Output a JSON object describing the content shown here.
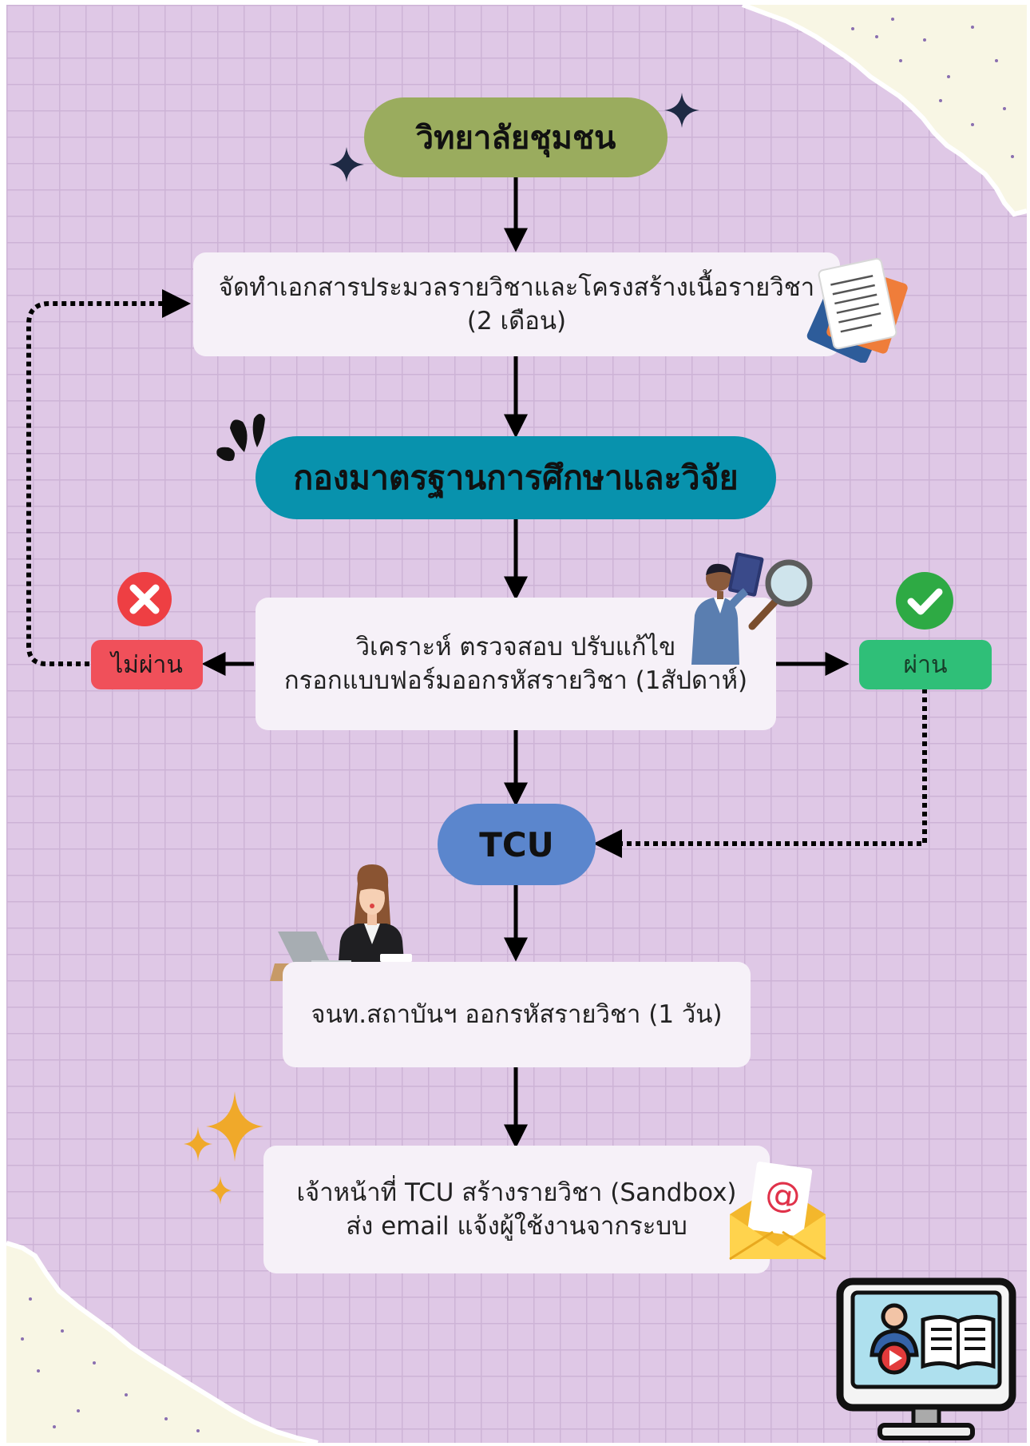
{
  "nodes": {
    "college": "วิทยาลัยชุมชน",
    "prepare_line1": "จัดทำเอกสารประมวลรายวิชาและโครงสร้างเนื้อรายวิชา",
    "prepare_line2": "(2 เดือน)",
    "division": "กองมาตรฐานการศึกษาและวิจัย",
    "review_line1": "วิเคราะห์ ตรวจสอบ ปรับแก้ไข",
    "review_line2": "กรอกแบบฟอร์มออกรหัสรายวิชา (1สัปดาห์)",
    "fail": "ไม่ผ่าน",
    "pass": "ผ่าน",
    "tcu": "TCU",
    "issue_code": "จนท.สถาบันฯ ออกรหัสรายวิชา (1 วัน)",
    "create_line1": "เจ้าหน้าที่ TCU สร้างรายวิชา (Sandbox)",
    "create_line2": "ส่ง email แจ้งผู้ใช้งานจากระบบ"
  },
  "colors": {
    "background": "#dfc8e6",
    "college_pill": "#9aac5e",
    "division_pill": "#0892ad",
    "tcu_pill": "#5b86cd",
    "fail_tag": "#f0505a",
    "pass_tag": "#2fbf78",
    "box": "#f6f1f8"
  },
  "icons": [
    "sparkle-icon",
    "documents-icon",
    "splash-icon",
    "reject-icon",
    "approve-icon",
    "inspector-icon",
    "office-woman-icon",
    "gold-sparkle-icon",
    "email-icon",
    "e-learning-monitor-icon"
  ]
}
